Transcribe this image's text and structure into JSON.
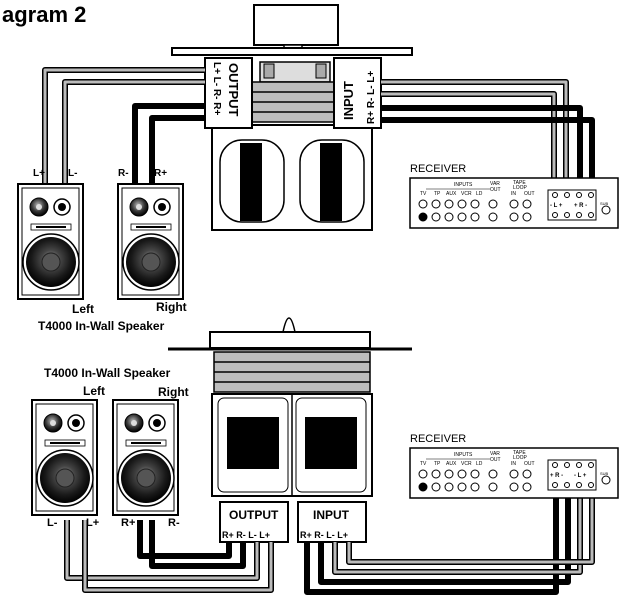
{
  "page": {
    "title": "agram 2"
  },
  "top": {
    "output_label": "OUTPUT",
    "output_terms": "L+  L-  R-  R+",
    "input_label": "INPUT",
    "input_terms": "R+  R-  L-  L+",
    "wire_labels": {
      "l_plus": "L+",
      "l_minus": "L-",
      "r_minus": "R-",
      "r_plus": "R+"
    },
    "speaker_left": "Left",
    "speaker_right": "Right",
    "speaker_caption": "T4000 In-Wall Speaker",
    "receiver": {
      "title": "RECEIVER",
      "inputs": "INPUTS",
      "sources": [
        "TV",
        "TP",
        "AUX",
        "VCR",
        "LD"
      ],
      "var_out": [
        "VAR",
        "OUT"
      ],
      "tape_loop": [
        "TAPE",
        "LOOP"
      ],
      "in": "IN",
      "out": "OUT",
      "terms_left": "- L +",
      "terms_right": "+ R -",
      "sub": "SUB"
    }
  },
  "bottom": {
    "speaker_caption": "T4000 In-Wall Speaker",
    "speaker_left": "Left",
    "speaker_right": "Right",
    "left_terms": {
      "minus": "L-",
      "plus": "L+"
    },
    "right_terms": {
      "plus": "R+",
      "minus": "R-"
    },
    "output_label": "OUTPUT",
    "output_terms": "R+  R-  L-  L+",
    "input_label": "INPUT",
    "input_terms": "R+  R-  L-  L+",
    "receiver": {
      "title": "RECEIVER",
      "inputs": "INPUTS",
      "sources": [
        "TV",
        "TP",
        "AUX",
        "VCR",
        "LD"
      ],
      "var_out": [
        "VAR",
        "OUT"
      ],
      "tape_loop": [
        "TAPE",
        "LOOP"
      ],
      "in": "IN",
      "out": "OUT",
      "terms_left": "+ R -",
      "terms_right": "- L +",
      "sub": "SUB"
    }
  },
  "colors": {
    "ink": "#000000",
    "wire_gray": "#999999",
    "panel_gray": "#bdbdbd",
    "paper": "#ffffff"
  }
}
